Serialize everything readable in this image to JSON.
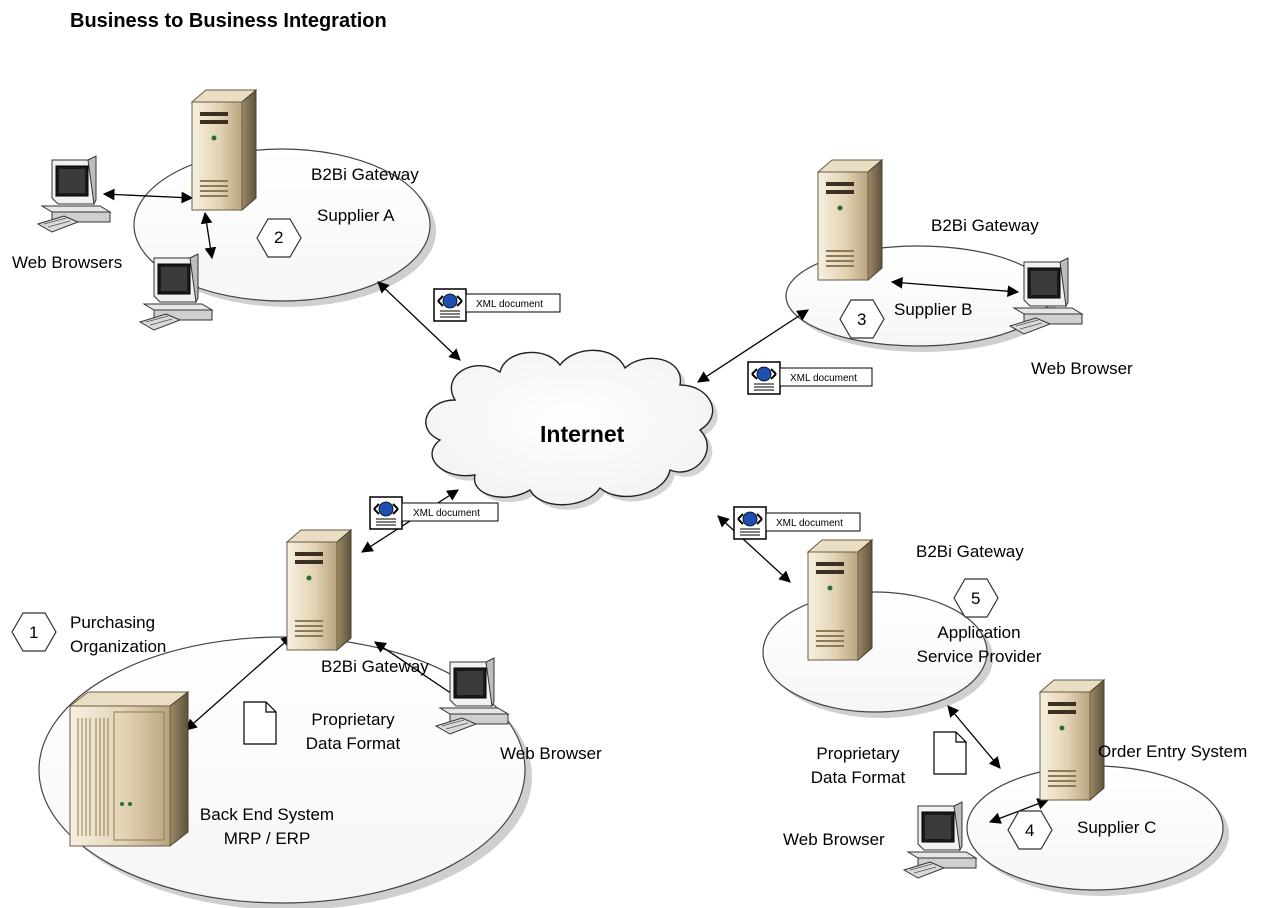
{
  "title": "Business to Business Integration",
  "internet": "Internet",
  "xml_label": "XML document",
  "supplier_a": {
    "gateway": "B2Bi Gateway",
    "name": "Supplier A",
    "number": "2",
    "browsers": "Web Browsers"
  },
  "supplier_b": {
    "gateway": "B2Bi Gateway",
    "name": "Supplier B",
    "number": "3",
    "browser": "Web Browser"
  },
  "purchasing": {
    "number": "1",
    "name_line1": "Purchasing",
    "name_line2": "Organization",
    "gateway": "B2Bi Gateway",
    "format_line1": "Proprietary",
    "format_line2": "Data Format",
    "browser": "Web Browser",
    "backend_line1": "Back End System",
    "backend_line2": "MRP / ERP"
  },
  "asp": {
    "gateway": "B2Bi Gateway",
    "number": "5",
    "name_line1": "Application",
    "name_line2": "Service Provider"
  },
  "supplier_c": {
    "format_line1": "Proprietary",
    "format_line2": "Data Format",
    "order_entry": "Order Entry System",
    "browser": "Web Browser",
    "number": "4",
    "name": "Supplier C"
  }
}
